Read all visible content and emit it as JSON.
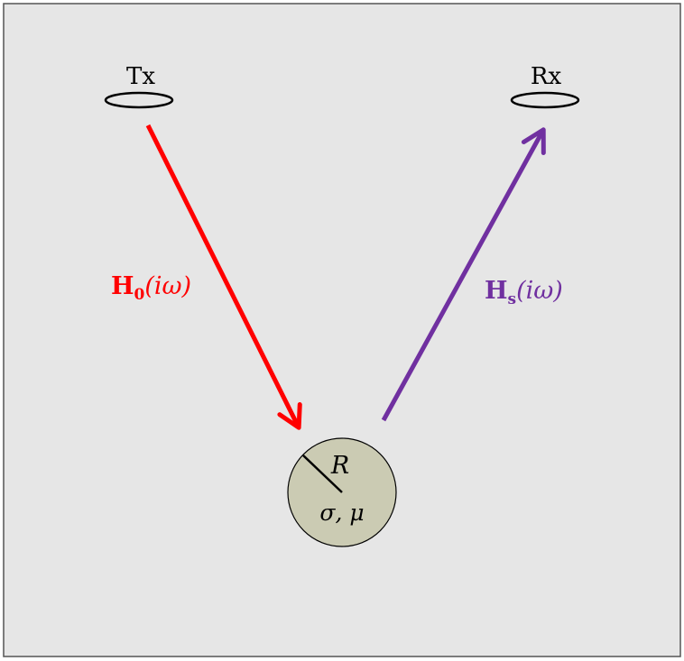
{
  "labels": {
    "transmitter": "Tx",
    "receiver": "Rx",
    "sphere_radius": "R",
    "sphere_properties": "σ, μ"
  },
  "fields": {
    "primary": {
      "symbol": "H",
      "subscript": "0",
      "argument": "(iω)"
    },
    "secondary": {
      "symbol": "H",
      "subscript": "s",
      "argument": "(iω)"
    }
  },
  "colors": {
    "background": "#e6e6e6",
    "frame": "#555555",
    "primary_field": "#ff0000",
    "secondary_field": "#7030a0",
    "sphere_fill": "#cbcbb3",
    "outline": "#000000"
  }
}
